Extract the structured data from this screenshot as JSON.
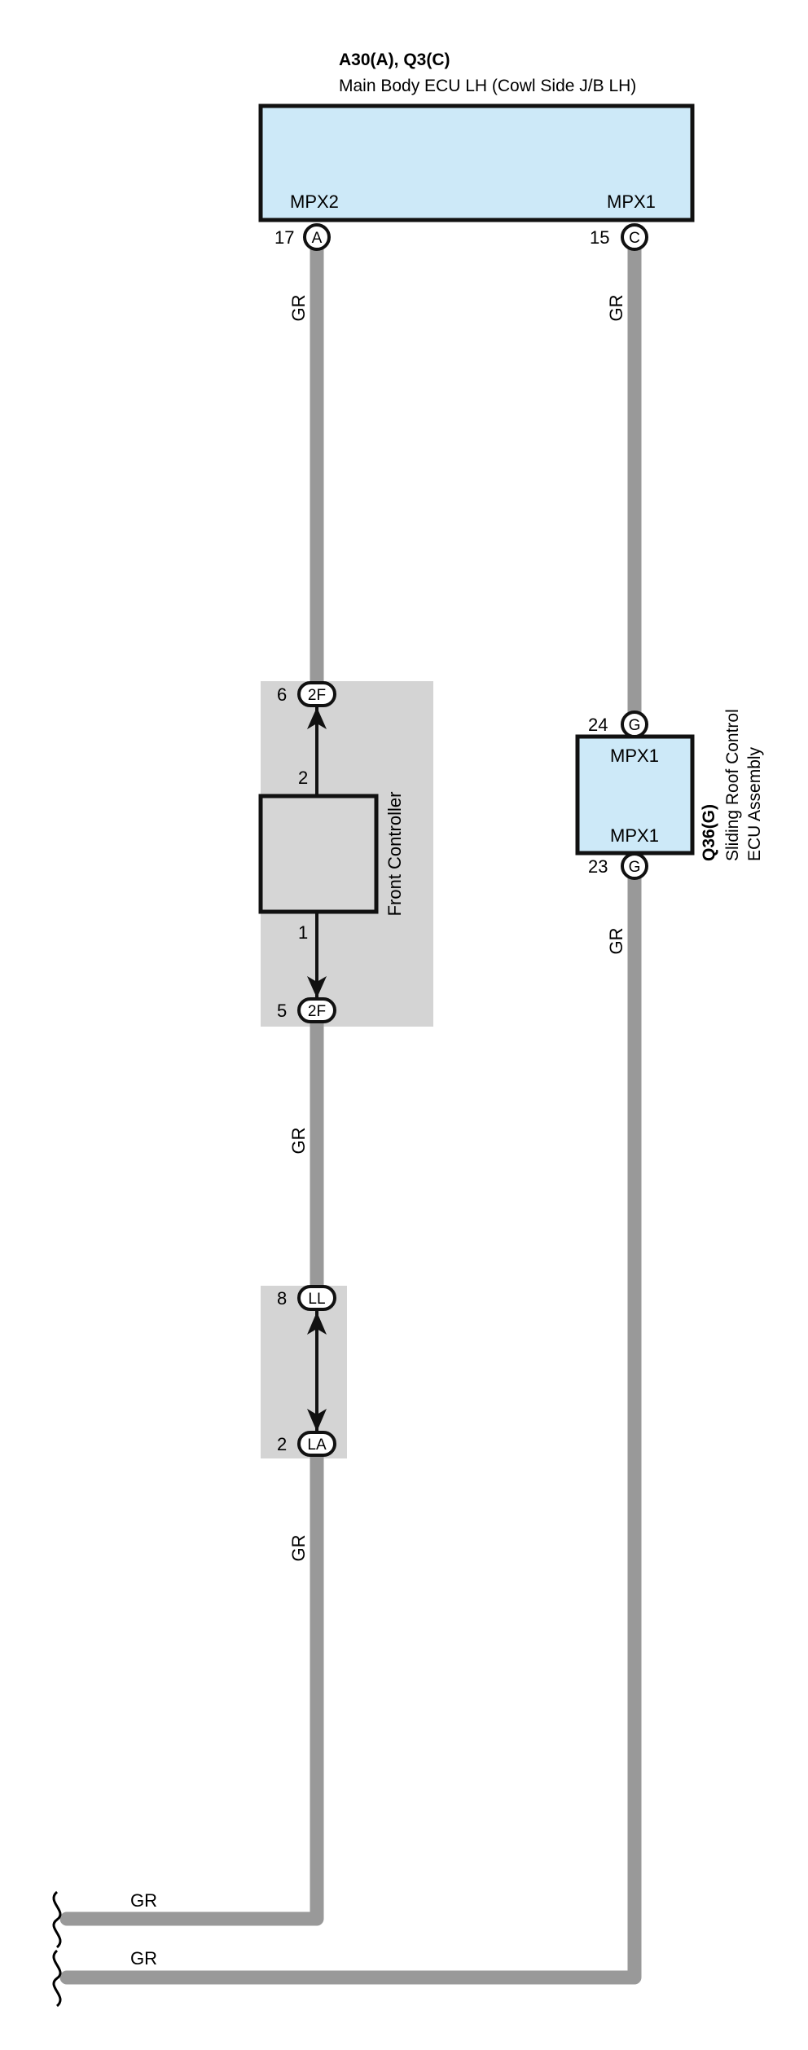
{
  "main_ecu": {
    "code": "A30(A), Q3(C)",
    "name": "Main Body ECU LH (Cowl Side J/B LH)",
    "terminal_left": "MPX2",
    "terminal_right": "MPX1",
    "pin_left_number": "17",
    "pin_left_connector": "A",
    "pin_right_number": "15",
    "pin_right_connector": "C"
  },
  "sliding_roof_ecu": {
    "code": "Q36(G)",
    "name_line1": "Sliding Roof Control",
    "name_line2": "ECU Assembly",
    "terminal_top": "MPX1",
    "terminal_bottom": "MPX1",
    "pin_top_number": "24",
    "pin_top_connector": "G",
    "pin_bottom_number": "23",
    "pin_bottom_connector": "G"
  },
  "front_controller": {
    "name": "Front Controller",
    "internal_pin_top": "2",
    "internal_pin_bottom": "1",
    "pin_top_number": "6",
    "pin_top_connector": "2F",
    "pin_bottom_number": "5",
    "pin_bottom_connector": "2F"
  },
  "junction": {
    "pin_top_number": "8",
    "pin_top_connector": "LL",
    "pin_bottom_number": "2",
    "pin_bottom_connector": "LA"
  },
  "wire_colors": {
    "left_upper": "GR",
    "right_upper": "GR",
    "left_middle": "GR",
    "left_lower": "GR",
    "right_lower": "GR",
    "bottom_left": "GR",
    "bottom_right": "GR"
  },
  "colors": {
    "ecu_fill": "#cde9f8",
    "shade_fill": "#d4d4d4",
    "controller_fill": "#d6d6d6",
    "wire": "#999999"
  }
}
